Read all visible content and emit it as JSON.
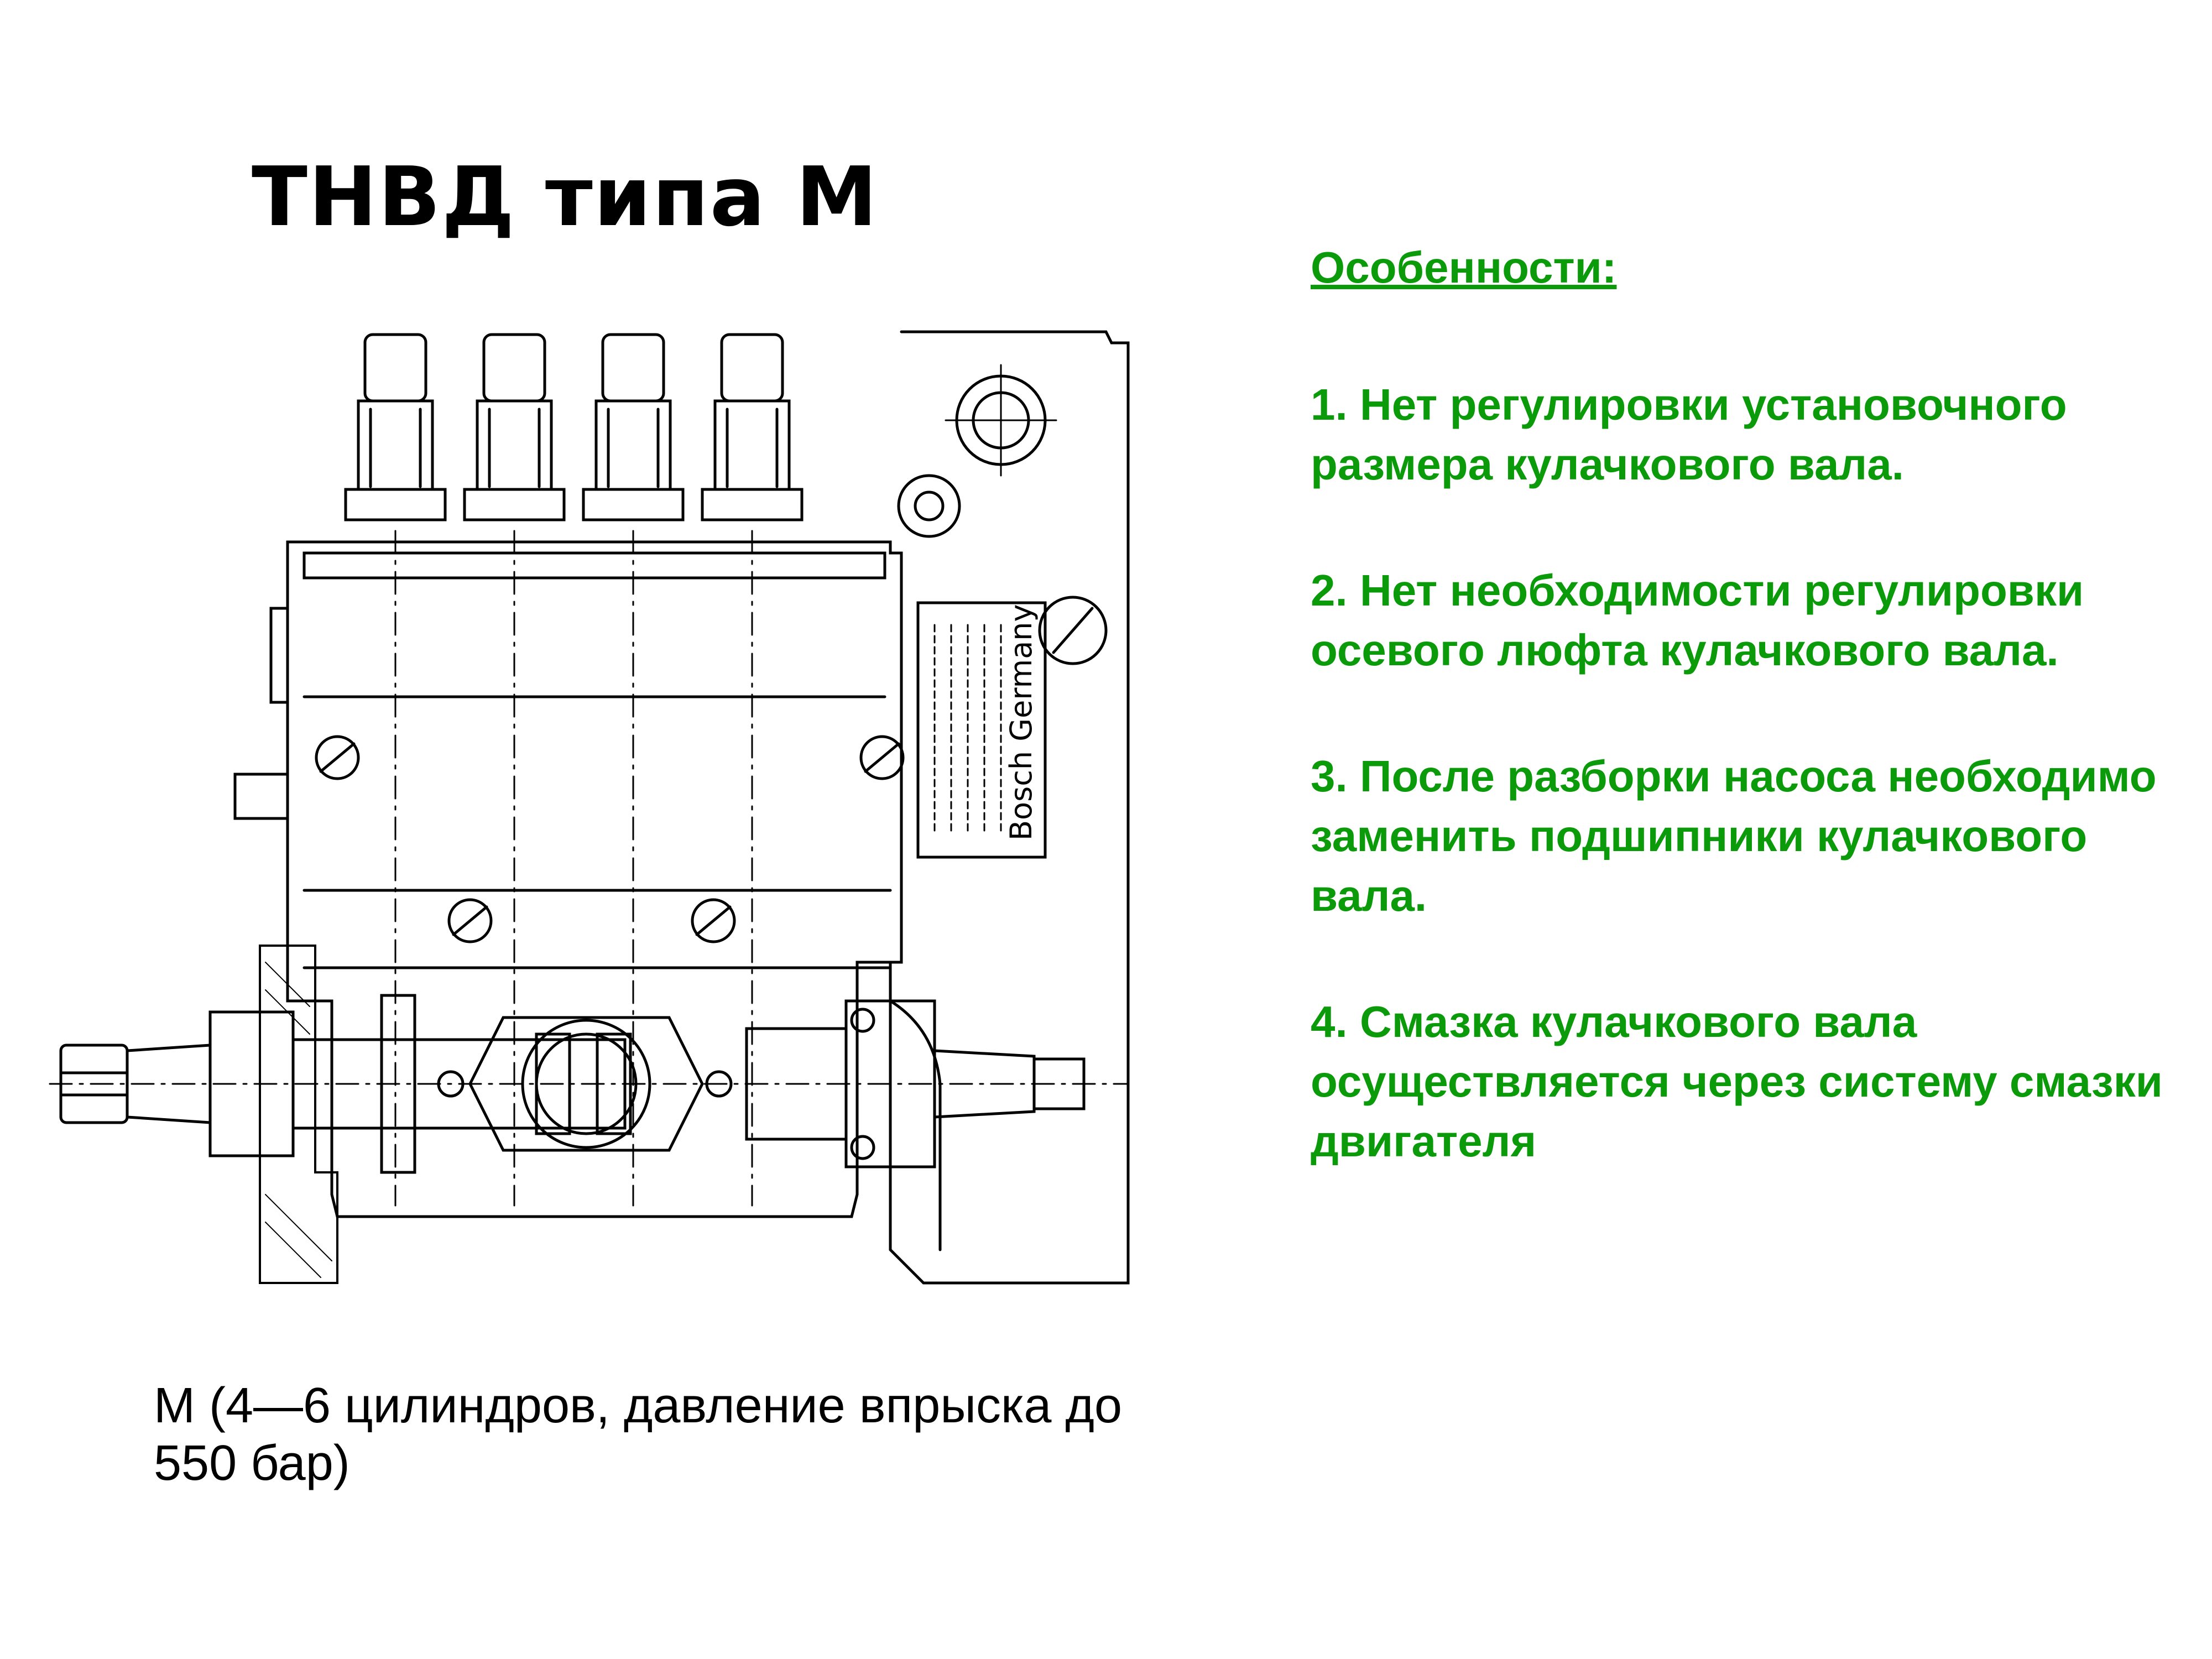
{
  "slide": {
    "title": "ТНВД типа М",
    "caption": "М (4—6 цилиндров, давление впрыска до 550 бар)",
    "accent_color": "#0a9a0a"
  },
  "features": {
    "heading": "Особенности:",
    "items": [
      "1. Нет регулировки установочного размера кулачкового вала.",
      "2. Нет необходимости регулировки осевого люфта кулачкового вала.",
      "3. После разборки насоса необходимо заменить подшипники кулачкового вала.",
      "4. Смазка кулачкового вала осуществляется через систему смазки двигателя"
    ]
  },
  "drawing": {
    "plate_text": "Bosch Germany"
  }
}
